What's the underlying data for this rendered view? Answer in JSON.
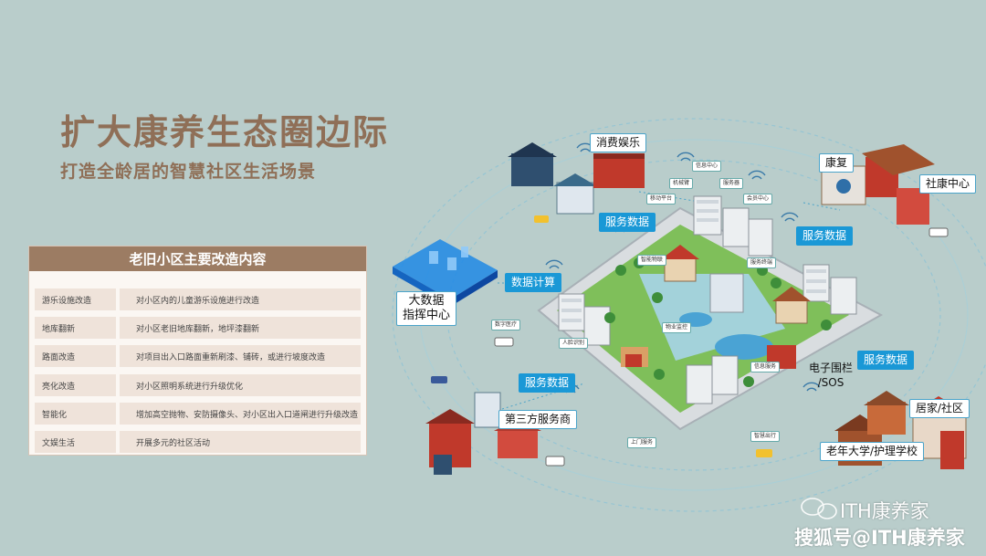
{
  "title": "扩大康养生态圈边际",
  "subtitle": "打造全龄居的智慧社区生活场景",
  "table": {
    "header": "老旧小区主要改造内容",
    "rows": [
      {
        "item": "游乐设施改造",
        "desc": "对小区内的儿童游乐设施进行改造"
      },
      {
        "item": "地库翻新",
        "desc": "对小区老旧地库翻新，地坪漆翻新"
      },
      {
        "item": "路面改造",
        "desc": "对项目出入口路面重新刷漆、铺砖，或进行坡度改造"
      },
      {
        "item": "亮化改造",
        "desc": "对小区照明系统进行升级优化"
      },
      {
        "item": "智能化",
        "desc": "增加高空抛物、安防摄像头、对小区出入口道闸进行升级改造"
      },
      {
        "item": "文娱生活",
        "desc": "开展多元的社区活动"
      }
    ]
  },
  "diagram": {
    "consumption": "消费娱乐",
    "rehab": "康复",
    "community_health": "社康中心",
    "big_data": "大数据\n指挥中心",
    "service_data": "服务数据",
    "data_compute": "数据计算",
    "third_party": "第三方服务商",
    "fence": "电子围栏\n/SOS",
    "home": "居家/社区",
    "university": "老年大学/护理学校",
    "tiny_labels": [
      "信息中心",
      "机械臂",
      "服务器",
      "移动平台",
      "会员中心",
      "数字医疗",
      "智能物联",
      "人脸识别",
      "上门服务",
      "物业监控",
      "智慧出行",
      "服务终端",
      "信息服务"
    ]
  },
  "watermark": {
    "brand": "ITH康养家",
    "source": "搜狐号@ITH康养家"
  },
  "colors": {
    "background": "#b9cdcb",
    "title": "#8f6f57",
    "table_header": "#9c7c63",
    "table_cell": "#efe3da",
    "accent_blue": "#1a98d6"
  }
}
